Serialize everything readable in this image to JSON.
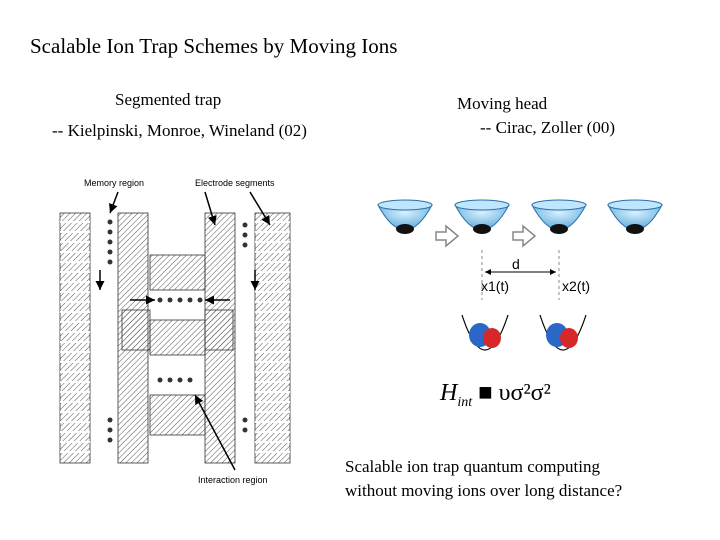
{
  "slide": {
    "title": "Scalable Ion Trap Schemes by Moving Ions",
    "segmented": {
      "heading": "Segmented trap",
      "credit": "-- Kielpinski, Monroe, Wineland  (02)",
      "labels": {
        "memory_region": "Memory region",
        "electrode_segments": "Electrode segments",
        "interaction_region": "Interaction region"
      }
    },
    "moving_head": {
      "heading": "Moving head",
      "credit": "-- Cirac, Zoller (00)",
      "labels": {
        "d": "d",
        "x1": "x1(t)",
        "x2": "x2(t)"
      },
      "hamiltonian": {
        "h": "H",
        "sub": "int",
        "rest": "■ υσ²σ²"
      }
    },
    "conclusion": {
      "line1": "Scalable ion trap quantum computing",
      "line2": "without moving ions over long distance?"
    }
  }
}
